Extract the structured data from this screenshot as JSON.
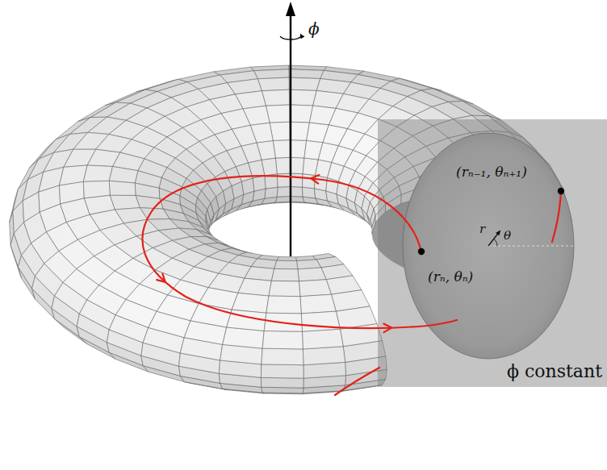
{
  "diagram": {
    "labels": [
      "ϕ",
      "(rₙ₋₁, θₙ₊₁)",
      "r",
      "θ",
      "(rₙ, θₙ)",
      "ϕ constant"
    ]
  }
}
